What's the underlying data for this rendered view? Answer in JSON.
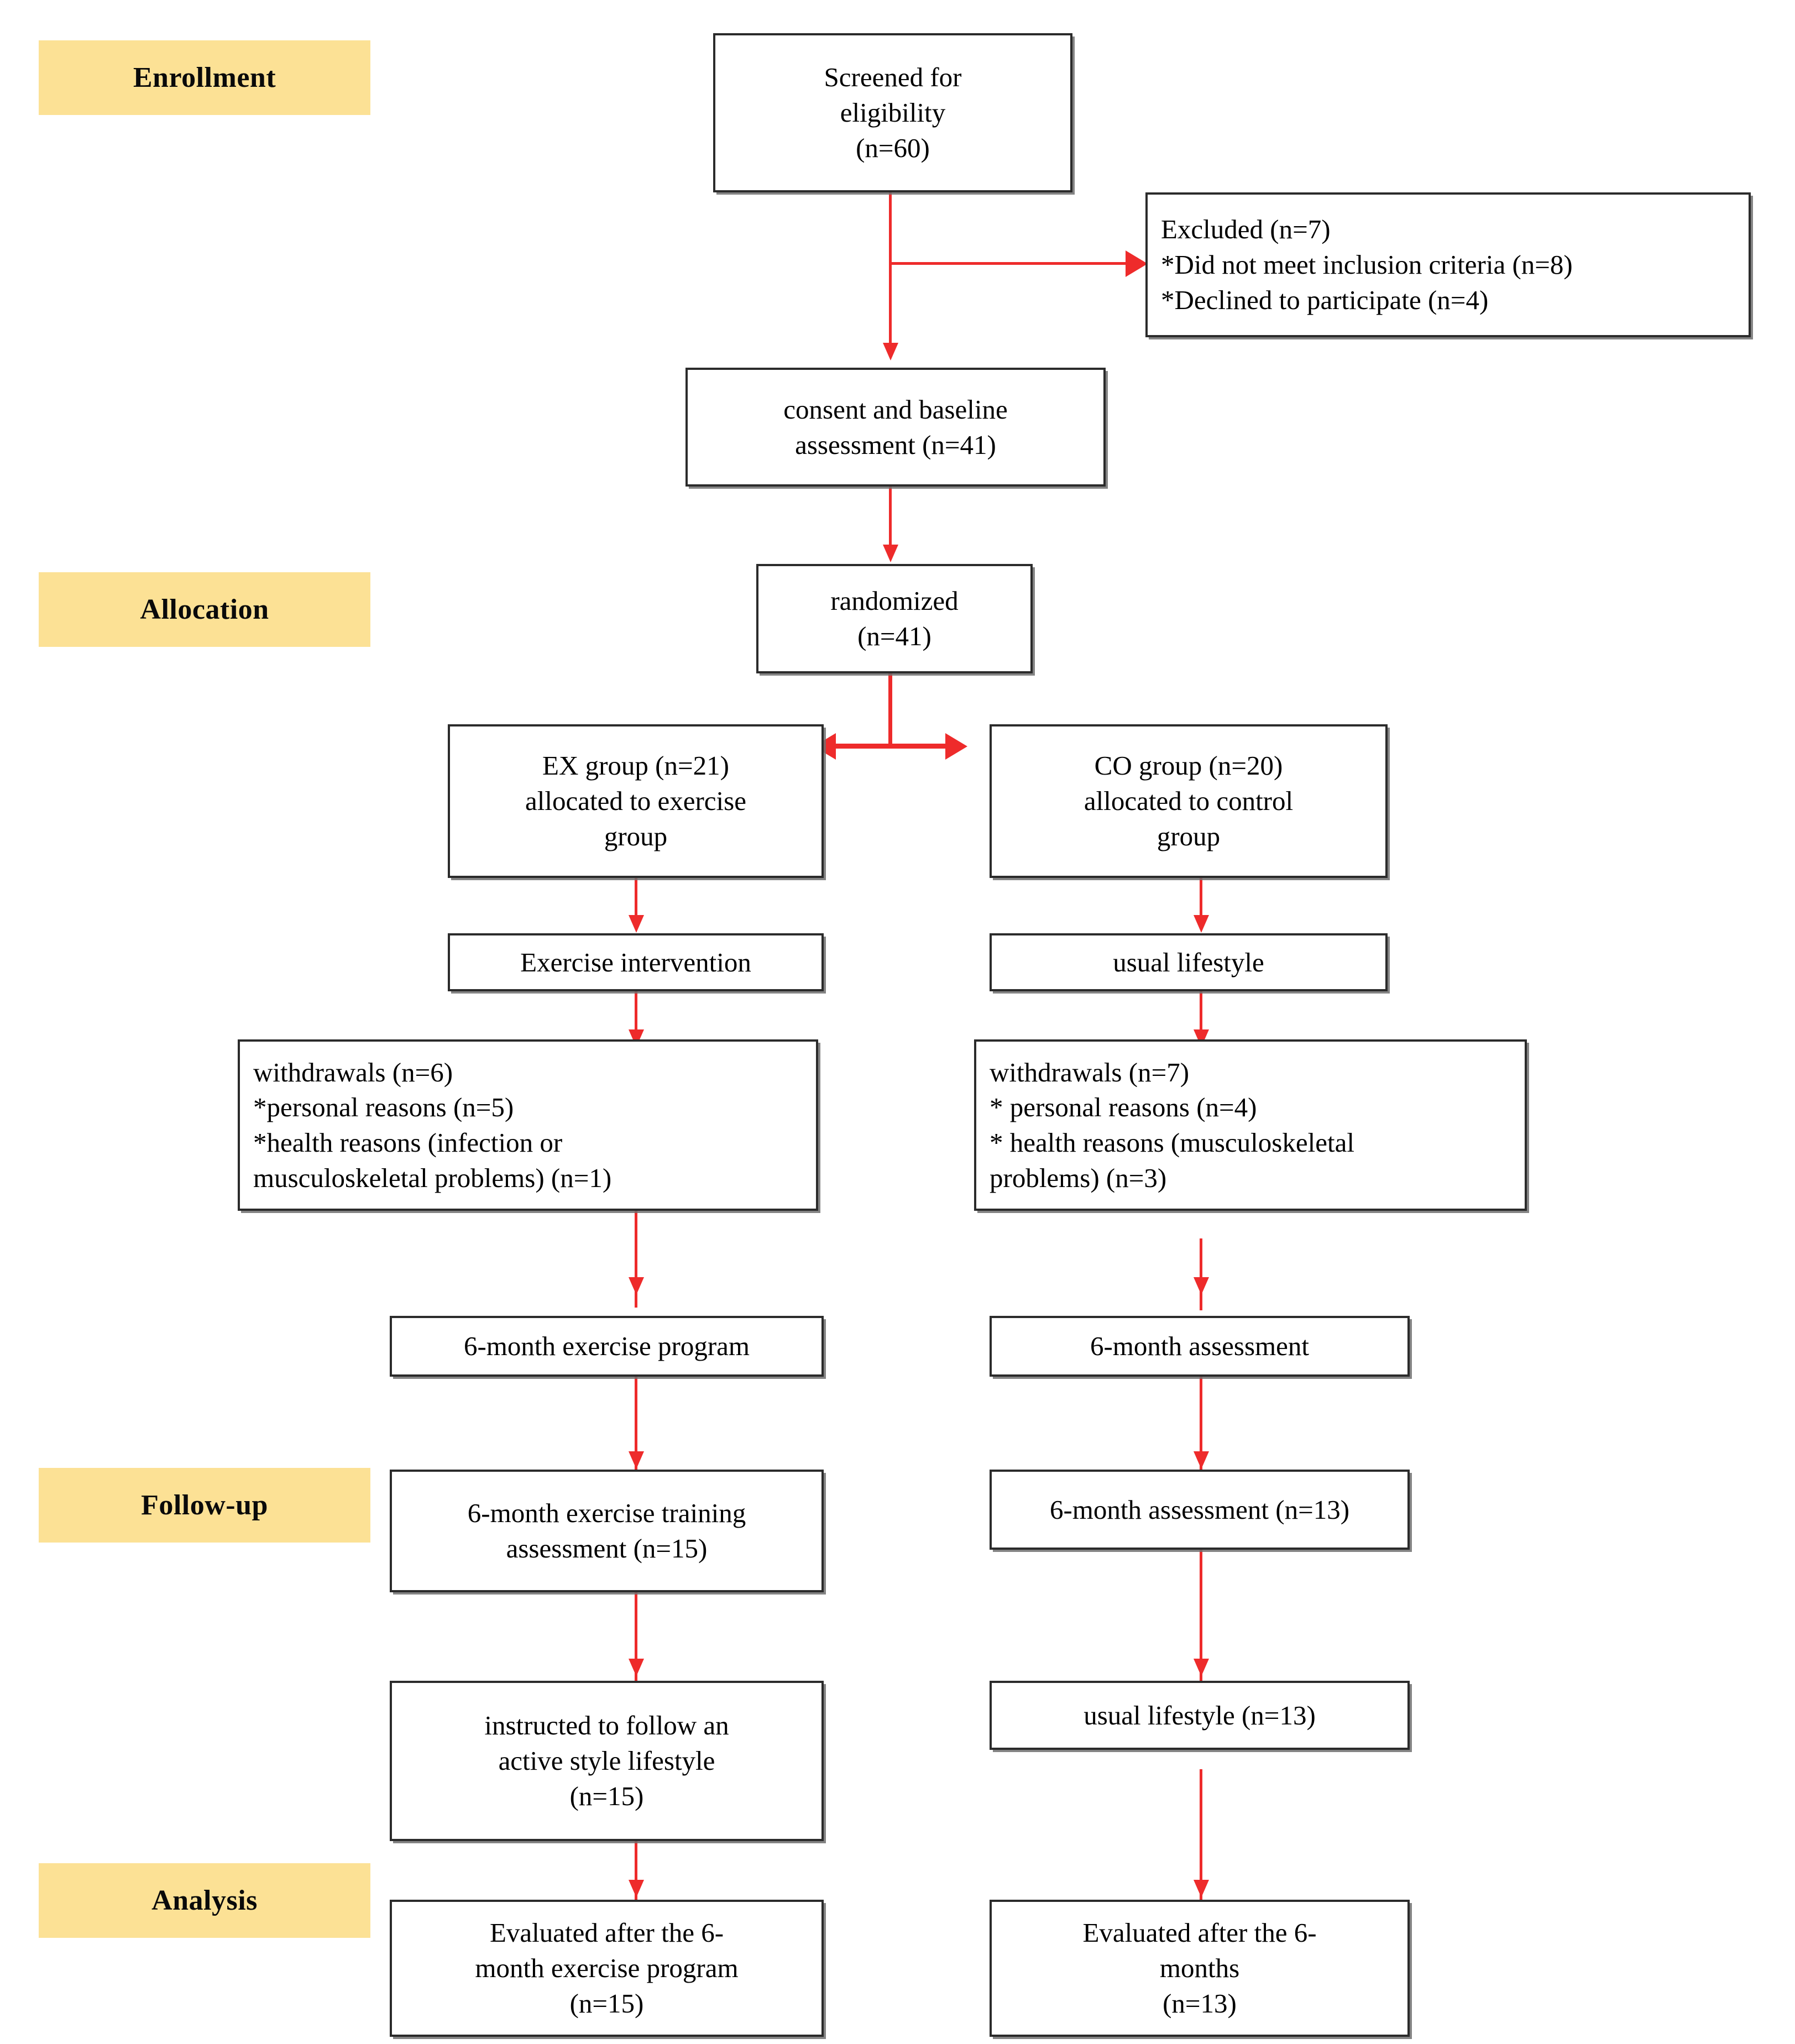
{
  "diagram": {
    "title": "CONSORT participant flow diagram",
    "colors": {
      "stage_label_bg": "#FCE195",
      "arrow": "#EE2B2B",
      "node_border": "#2B2B2B",
      "node_bg": "#FFFFFF",
      "text": "#000000"
    }
  },
  "stages": [
    {
      "id": "enrollment",
      "label": "Enrollment"
    },
    {
      "id": "allocation",
      "label": "Allocation"
    },
    {
      "id": "followup",
      "label": "Follow-up"
    },
    {
      "id": "analysis",
      "label": "Analysis"
    }
  ],
  "nodes": {
    "screened": {
      "lines": [
        "Screened for",
        "eligibility",
        "(n=60)"
      ]
    },
    "excluded": {
      "lines": [
        "Excluded (n=7)",
        "*Did not meet inclusion criteria (n=8)",
        "*Declined to participate (n=4)"
      ]
    },
    "consent": {
      "lines": [
        "consent and baseline",
        "assessment (n=41)"
      ]
    },
    "randomized": {
      "lines": [
        "randomized",
        "(n=41)"
      ]
    },
    "ex_group": {
      "lines": [
        "EX group (n=21)",
        "allocated to exercise",
        "group"
      ]
    },
    "co_group": {
      "lines": [
        "CO group (n=20)",
        "allocated to control",
        "group"
      ]
    },
    "ex_intervention": {
      "lines": [
        "Exercise intervention"
      ]
    },
    "co_usual": {
      "lines": [
        "usual lifestyle"
      ]
    },
    "ex_withdrawals": {
      "lines": [
        "withdrawals (n=6)",
        "*personal reasons (n=5)",
        "*health reasons (infection or",
        "musculoskeletal problems) (n=1)"
      ]
    },
    "co_withdrawals": {
      "lines": [
        "withdrawals (n=7)",
        "* personal reasons (n=4)",
        "* health reasons (musculoskeletal",
        "problems) (n=3)"
      ]
    },
    "ex_program": {
      "lines": [
        "6-month exercise program"
      ]
    },
    "co_assessment": {
      "lines": [
        "6-month assessment"
      ]
    },
    "ex_followup": {
      "lines": [
        "6-month exercise training",
        "assessment (n=15)"
      ]
    },
    "co_followup": {
      "lines": [
        "6-month assessment (n=13)"
      ]
    },
    "ex_instructed": {
      "lines": [
        "instructed to follow an",
        "active style lifestyle",
        "(n=15)"
      ]
    },
    "co_usual2": {
      "lines": [
        "usual lifestyle (n=13)"
      ]
    },
    "ex_analysis": {
      "lines": [
        "Evaluated after the 6-",
        "month exercise program",
        "(n=15)"
      ]
    },
    "co_analysis": {
      "lines": [
        "Evaluated after the 6-",
        "months",
        "(n=13)"
      ]
    }
  },
  "counts": {
    "screened": 60,
    "excluded_total": 7,
    "excluded_no_criteria": 8,
    "excluded_declined": 4,
    "consented": 41,
    "randomized": 41,
    "ex_allocated": 21,
    "co_allocated": 20,
    "ex_withdrawn": 6,
    "ex_withdrawn_personal": 5,
    "ex_withdrawn_health": 1,
    "co_withdrawn": 7,
    "co_withdrawn_personal": 4,
    "co_withdrawn_health": 3,
    "ex_analyzed": 15,
    "co_analyzed": 13
  }
}
